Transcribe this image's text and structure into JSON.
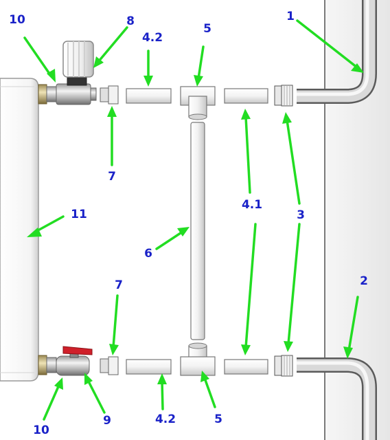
{
  "diagram": {
    "labels": {
      "l1": "1",
      "l2": "2",
      "l3": "3",
      "l41": "4.1",
      "l42_top": "4.2",
      "l42_bottom": "4.2",
      "l5_top": "5",
      "l5_bottom": "5",
      "l6": "6",
      "l7_top": "7",
      "l7_bottom": "7",
      "l8": "8",
      "l9": "9",
      "l10_top": "10",
      "l10_bottom": "10",
      "l11": "11"
    },
    "colors": {
      "label": "#1a22c8",
      "arrow": "#22dd22",
      "valve_handle": "#d0202a",
      "wall": "#efefef",
      "pipe": "#e8e8e8"
    }
  }
}
